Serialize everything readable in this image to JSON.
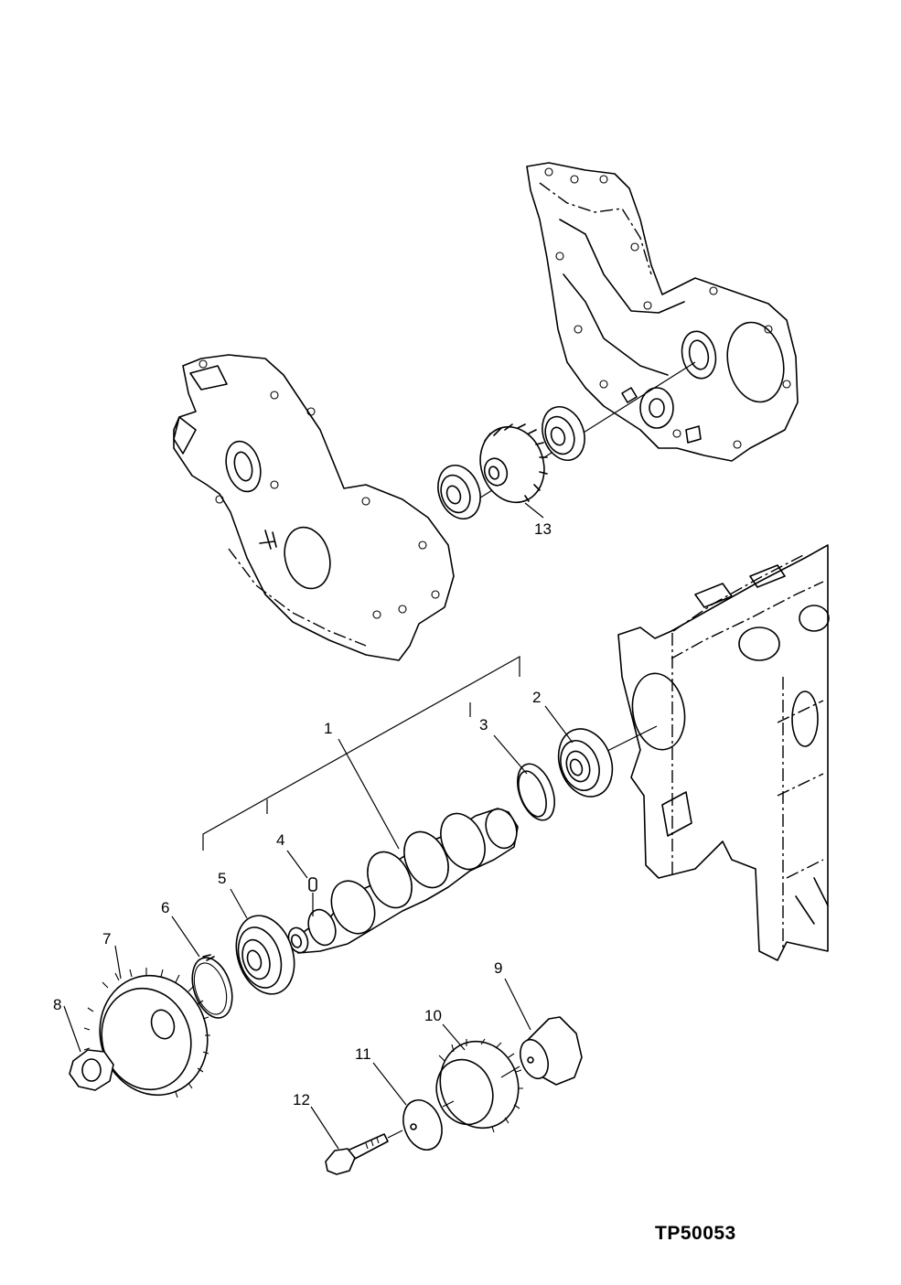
{
  "figure_ref": "TP50053",
  "callouts": {
    "c1": "1",
    "c2": "2",
    "c3": "3",
    "c4": "4",
    "c5": "5",
    "c6": "6",
    "c7": "7",
    "c8": "8",
    "c9": "9",
    "c10": "10",
    "c11": "11",
    "c12": "12",
    "c13": "13"
  }
}
